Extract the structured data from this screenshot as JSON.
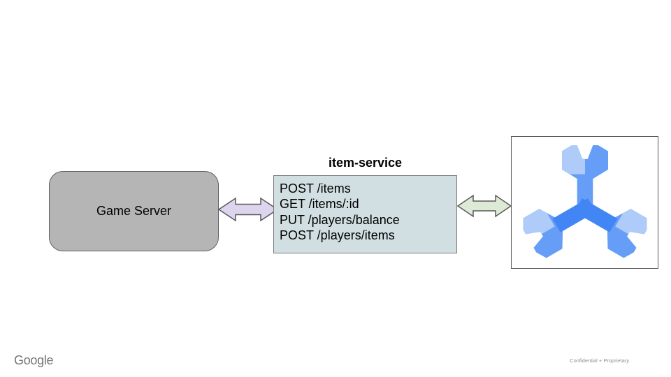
{
  "diagram": {
    "game_server": {
      "label": "Game Server",
      "fill": "#b5b5b5",
      "border_color": "#5f5f5f"
    },
    "item_service": {
      "title": "item-service",
      "fill": "#d2dfe2",
      "border_color": "#7a7a7a",
      "endpoints": [
        "POST /items",
        "GET /items/:id",
        "PUT /players/balance",
        "POST /players/items"
      ]
    },
    "connectors": {
      "left": {
        "style": "double-headed",
        "fill": "#ddd4ed",
        "stroke": "#595959"
      },
      "right": {
        "style": "double-headed",
        "fill": "#ddead6",
        "stroke": "#595959"
      }
    },
    "database": {
      "icon": "cloud-spanner-icon",
      "box_border": "#595959",
      "colors": {
        "light": "#aecbfa",
        "medium": "#669df6",
        "dark": "#4285f4"
      }
    }
  },
  "footer": {
    "brand": "Google",
    "brand_color": "#757575",
    "confidentiality": "Confidential + Proprietary",
    "confidentiality_color": "#8e8e8e"
  }
}
